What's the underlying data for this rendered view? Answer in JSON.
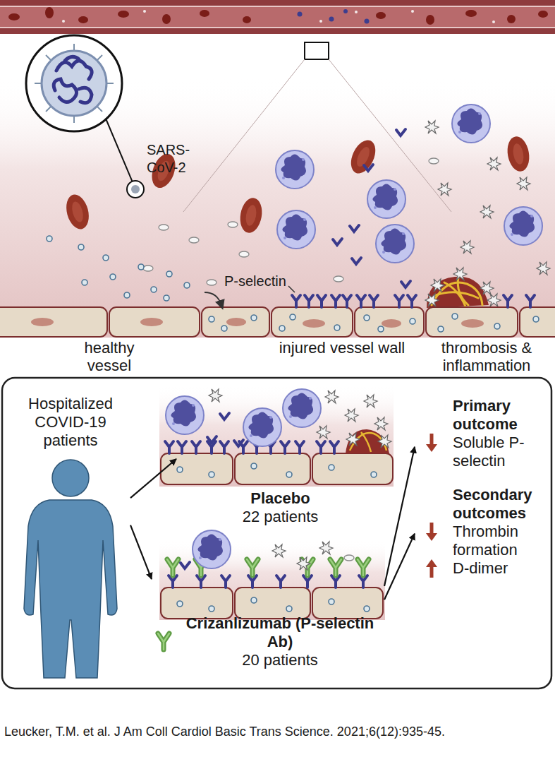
{
  "diagram": {
    "caption": "Leucker, T.M. et al. J Am Coll Cardiol Basic Trans Science. 2021;6(12):935-45.",
    "nodes": [
      {
        "text": [
          "Hospitalized COVID-19 patients"
        ]
      },
      {
        "text": [
          "Placebo",
          "22 patients"
        ]
      },
      {
        "text": [
          "Crizanlizumab (P-selectin Ab)",
          "20 patients"
        ]
      },
      {
        "text": [
          "Primary outcome",
          "Soluble P-selectin"
        ]
      },
      {
        "text": [
          "Secondary outcomes",
          "Thrombin formation",
          "D-dimer"
        ]
      }
    ],
    "edges": [
      {
        "from": 0,
        "to": 1,
        "arrow": "to"
      },
      {
        "from": 0,
        "to": 2,
        "arrow": "to"
      },
      {
        "from": 2,
        "to": 3,
        "arrow": "to"
      },
      {
        "from": 2,
        "to": 4,
        "arrow": "to"
      }
    ],
    "labels": [
      "SARS-CoV-2",
      "P-selectin",
      "healthy vessel",
      "injured vessel wall",
      "thrombosis & inflammation"
    ]
  }
}
